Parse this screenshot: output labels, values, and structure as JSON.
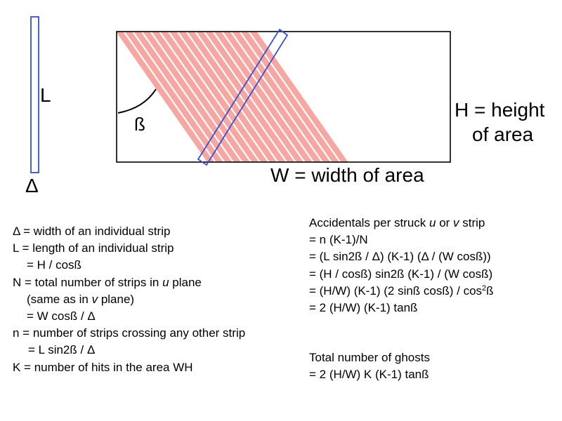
{
  "diagram": {
    "labels": {
      "L": "L",
      "delta": "Δ",
      "beta": "ß",
      "height_line1": "H = height",
      "height_line2": "of area",
      "width": "W = width of area"
    },
    "colors": {
      "strip_fill": "#f7a7a2",
      "strip_outline": "#3b4fcc",
      "frame": "#000000"
    }
  },
  "definitions": {
    "lines": [
      "Δ = width of an individual strip",
      "L = length of an individual strip",
      "= H / cosß",
      "N = total number of strips in ",
      "u",
      " plane",
      "(same as in ",
      "v",
      " plane)",
      "= W cosß / Δ",
      "n = number of strips crossing any other strip",
      "= L sin2ß / Δ",
      "K = number of hits in the area WH"
    ]
  },
  "accidentals": {
    "title_pre": "Accidentals per struck ",
    "title_u": "u",
    "title_mid": " or ",
    "title_v": "v",
    "title_post": " strip",
    "lines": [
      "= n (K-1)/N",
      "= (L sin2ß / Δ) (K-1) (Δ / (W cosß))",
      "= (H / cosß) sin2ß (K-1) / (W cosß)",
      "= (H/W) (K-1) (2 sinß cosß) / cos",
      "2",
      "ß",
      "= 2 (H/W) (K-1) tanß"
    ]
  },
  "ghosts": {
    "title": "Total number of ghosts",
    "formula": "= 2 (H/W) K (K-1) tanß"
  }
}
